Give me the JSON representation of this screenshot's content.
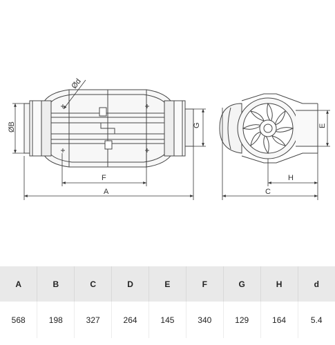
{
  "dimension_labels": {
    "side_view": {
      "diameter_d": "Ød",
      "diameter_b": "ØB",
      "g": "G",
      "f": "F",
      "a": "A"
    },
    "front_view": {
      "e": "E",
      "h": "H",
      "c": "C"
    }
  },
  "spec_table": {
    "headers": [
      "A",
      "B",
      "C",
      "D",
      "E",
      "F",
      "G",
      "H",
      "d"
    ],
    "values": [
      "568",
      "198",
      "327",
      "264",
      "145",
      "340",
      "129",
      "164",
      "5.4"
    ]
  }
}
